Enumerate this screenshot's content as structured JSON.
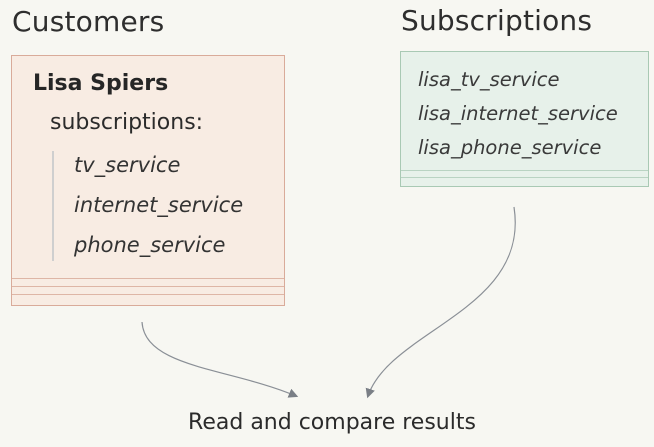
{
  "customers": {
    "heading": "Customers",
    "name": "Lisa Spiers",
    "field_label": "subscriptions:",
    "subscriptions": [
      "tv_service",
      "internet_service",
      "phone_service"
    ]
  },
  "subscriptions": {
    "heading": "Subscriptions",
    "services": [
      "lisa_tv_service",
      "lisa_internet_service",
      "lisa_phone_service"
    ]
  },
  "caption": "Read and compare results",
  "colors": {
    "customer_card_bg": "#f8ece3",
    "customer_card_border": "#d9ab9a",
    "subscription_card_bg": "#e7f1ea",
    "subscription_card_border": "#a9c9b4",
    "arrow": "#7a7f86"
  }
}
